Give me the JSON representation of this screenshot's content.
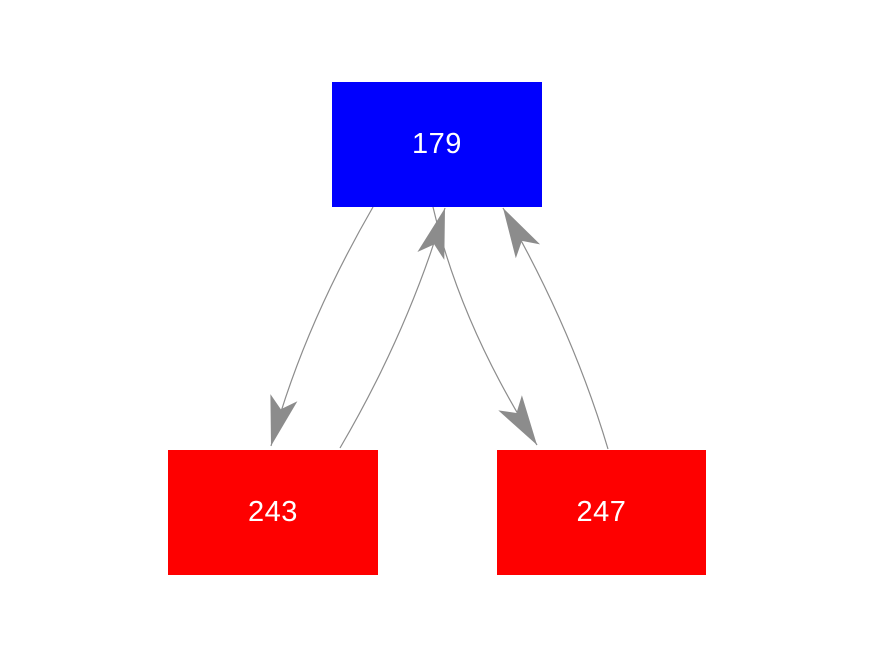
{
  "diagram": {
    "background_color": "#ffffff",
    "edge_color": "#8c8c8c",
    "nodes": [
      {
        "id": "179",
        "label": "179",
        "fill": "#0000fe",
        "text_color": "#ffffff",
        "role": "top-node"
      },
      {
        "id": "243",
        "label": "243",
        "fill": "#fe0000",
        "text_color": "#ffffff",
        "role": "bottom-left-node"
      },
      {
        "id": "247",
        "label": "247",
        "fill": "#fe0000",
        "text_color": "#ffffff",
        "role": "bottom-right-node"
      }
    ],
    "edges": [
      {
        "from": "179",
        "to": "243"
      },
      {
        "from": "243",
        "to": "179"
      },
      {
        "from": "179",
        "to": "247"
      },
      {
        "from": "247",
        "to": "179"
      }
    ]
  }
}
